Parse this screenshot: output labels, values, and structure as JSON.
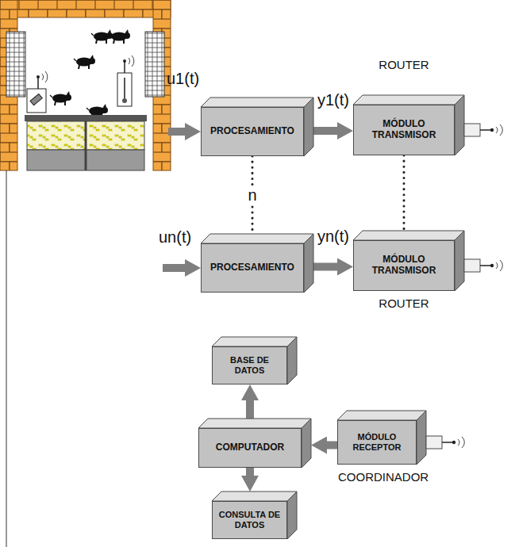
{
  "diagram": {
    "nodes": [
      {
        "text": [
          "PROCESAMIENTO"
        ]
      },
      {
        "text": [
          "MÓDULO TRANSMISOR",
          "ROUTER"
        ]
      },
      {
        "text": [
          "PROCESAMIENTO"
        ]
      },
      {
        "text": [
          "MÓDULO TRANSMISOR",
          "ROUTER"
        ]
      },
      {
        "text": [
          "BASE DE DATOS"
        ]
      },
      {
        "text": [
          "COMPUTADOR"
        ]
      },
      {
        "text": [
          "MÓDULO RECEPTOR",
          "COORDINADOR"
        ]
      },
      {
        "text": [
          "CONSULTA DE DATOS"
        ]
      }
    ],
    "edges": [
      {
        "from": 0,
        "to": 1,
        "arrow": "to",
        "label": "y1(t)"
      },
      {
        "from": 0,
        "to": 2,
        "arrow": "none",
        "label": "n"
      },
      {
        "from": 1,
        "to": 3,
        "arrow": "none"
      },
      {
        "from": 2,
        "to": 3,
        "arrow": "to",
        "label": "yn(t)"
      },
      {
        "from": 6,
        "to": 5,
        "arrow": "to"
      },
      {
        "from": 5,
        "to": 4,
        "arrow": "to"
      },
      {
        "from": 5,
        "to": 7,
        "arrow": "to"
      }
    ],
    "labels": [
      "u1(t)",
      "un(t)"
    ]
  }
}
